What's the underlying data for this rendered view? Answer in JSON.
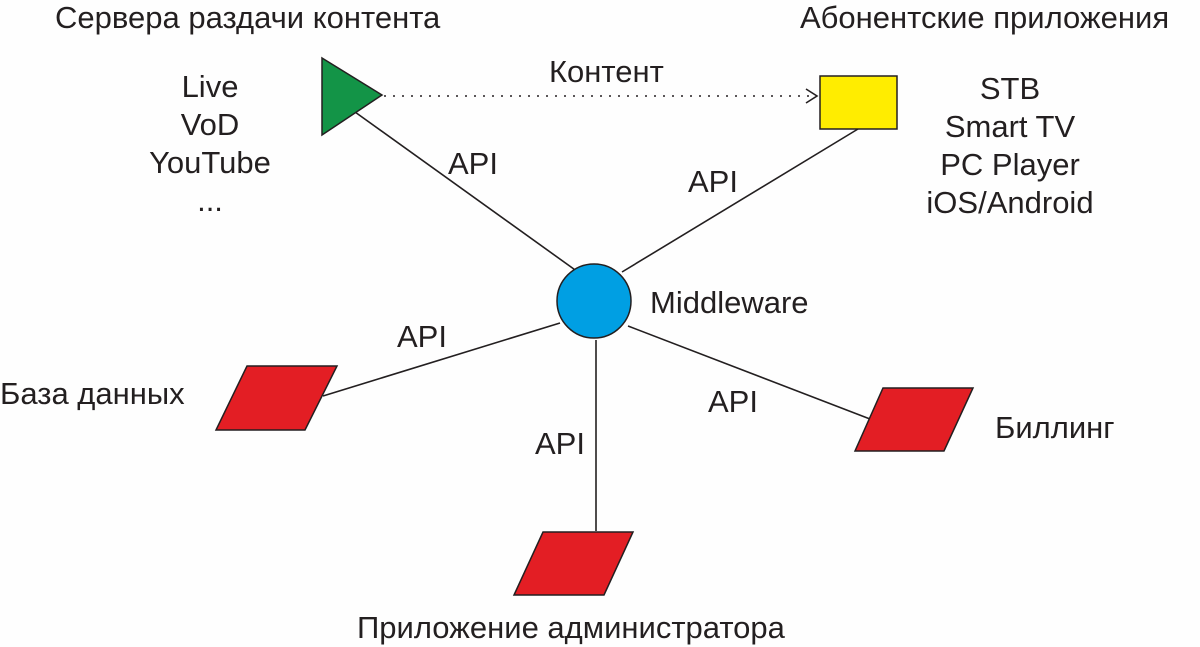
{
  "titles": {
    "servers": "Сервера раздачи контента",
    "subscriber_apps": "Абонентские приложения",
    "admin_app": "Приложение администратора"
  },
  "content_sources": [
    "Live",
    "VoD",
    "YouTube",
    "..."
  ],
  "client_apps": [
    "STB",
    "Smart TV",
    "PC Player",
    "iOS/Android"
  ],
  "content_arrow_label": "Контент",
  "middleware_label": "Middleware",
  "database_label": "База данных",
  "billing_label": "Биллинг",
  "api_labels": {
    "servers": "API",
    "clients": "API",
    "database": "API",
    "admin": "API",
    "billing": "API"
  },
  "colors": {
    "server_node": "#139447",
    "client_node": "#ffed00",
    "middleware_node": "#009fe3",
    "db_nodes": "#e31e24",
    "stroke": "#231f20"
  }
}
